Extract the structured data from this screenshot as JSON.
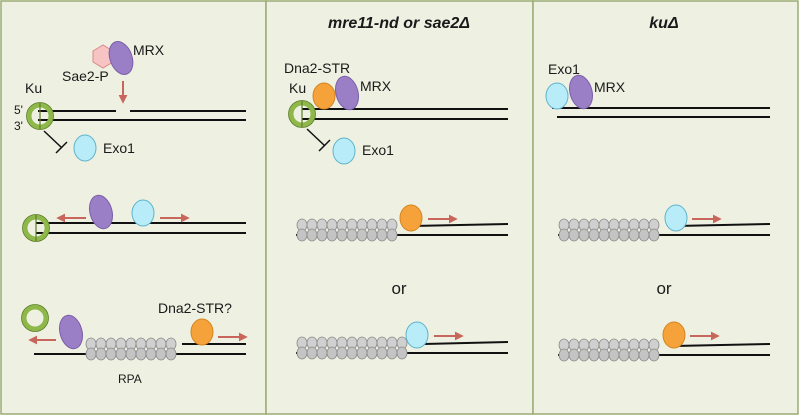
{
  "colors": {
    "panel_bg": "#eef1e2",
    "panel_border": "#9aab74",
    "dna": "#111111",
    "arrow": "#c8665c",
    "mrx": "#9b7fc6",
    "exo1": "#b8ecf8",
    "dna2_str": "#f5a23a",
    "sae2": "#f7c3c3",
    "ku": "#8fb84a",
    "rpa": "#c9c9c9"
  },
  "panel_1": {
    "labels": {
      "sae2_p": "Sae2-P",
      "mrx": "MRX",
      "ku": "Ku",
      "five_prime": "5'",
      "three_prime": "3'",
      "exo1": "Exo1",
      "dna2_str": "Dna2-STR?",
      "rpa": "RPA"
    }
  },
  "panel_2": {
    "title": "mre11-nd or sae2Δ",
    "labels": {
      "dna2_str": "Dna2-STR",
      "ku": "Ku",
      "mrx": "MRX",
      "exo1": "Exo1",
      "or": "or"
    }
  },
  "panel_3": {
    "title": "kuΔ",
    "labels": {
      "exo1": "Exo1",
      "mrx": "MRX",
      "or": "or"
    }
  }
}
